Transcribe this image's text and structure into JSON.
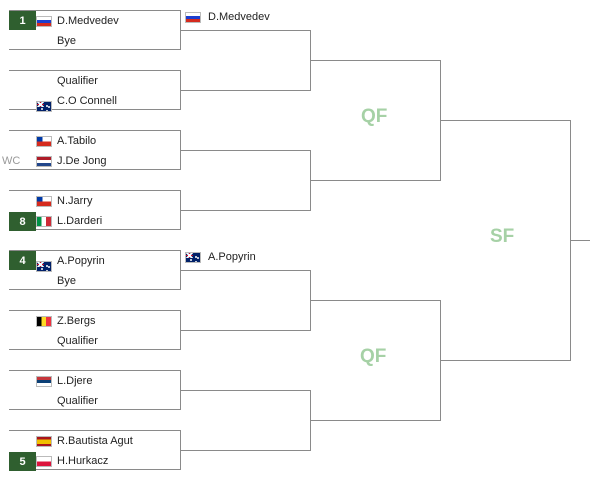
{
  "matches": [
    {
      "players": [
        {
          "seed": "1",
          "flag": "rus",
          "flag_icon": "russia-flag-icon",
          "name": "D.Medvedev"
        },
        {
          "seed": "",
          "flag": "",
          "name": "Bye"
        }
      ]
    },
    {
      "players": [
        {
          "seed": "",
          "flag": "",
          "name": "Qualifier"
        },
        {
          "seed": "",
          "flag": "aus",
          "flag_icon": "australia-flag-icon",
          "name": "C.O Connell"
        }
      ]
    },
    {
      "players": [
        {
          "seed": "",
          "flag": "chi",
          "flag_icon": "chile-flag-icon",
          "name": "A.Tabilo"
        },
        {
          "seed": "",
          "tag": "WC",
          "flag": "ned",
          "flag_icon": "netherlands-flag-icon",
          "name": "J.De Jong"
        }
      ]
    },
    {
      "players": [
        {
          "seed": "",
          "flag": "chi",
          "flag_icon": "chile-flag-icon",
          "name": "N.Jarry"
        },
        {
          "seed": "8",
          "flag": "ita",
          "flag_icon": "italy-flag-icon",
          "name": "L.Darderi"
        }
      ]
    },
    {
      "players": [
        {
          "seed": "4",
          "flag": "aus",
          "flag_icon": "australia-flag-icon",
          "name": "A.Popyrin"
        },
        {
          "seed": "",
          "flag": "",
          "name": "Bye"
        }
      ]
    },
    {
      "players": [
        {
          "seed": "",
          "flag": "bel",
          "flag_icon": "belgium-flag-icon",
          "name": "Z.Bergs"
        },
        {
          "seed": "",
          "flag": "",
          "name": "Qualifier"
        }
      ]
    },
    {
      "players": [
        {
          "seed": "",
          "flag": "srb",
          "flag_icon": "serbia-flag-icon",
          "name": "L.Djere"
        },
        {
          "seed": "",
          "flag": "",
          "name": "Qualifier"
        }
      ]
    },
    {
      "players": [
        {
          "seed": "",
          "flag": "esp",
          "flag_icon": "spain-flag-icon",
          "name": "R.Bautista Agut"
        },
        {
          "seed": "5",
          "flag": "pol",
          "flag_icon": "poland-flag-icon",
          "name": "H.Hurkacz"
        }
      ]
    }
  ],
  "advanced": [
    {
      "flag": "rus",
      "flag_icon": "russia-flag-icon",
      "name": "D.Medvedev"
    },
    {
      "flag": "aus",
      "flag_icon": "australia-flag-icon",
      "name": "A.Popyrin"
    }
  ],
  "rounds": {
    "qf_label": "QF",
    "sf_label": "SF"
  },
  "colors": {
    "seed_bg": "#2f5f2f",
    "round_label": "#a6d1a6",
    "line": "#8a8a8a"
  }
}
